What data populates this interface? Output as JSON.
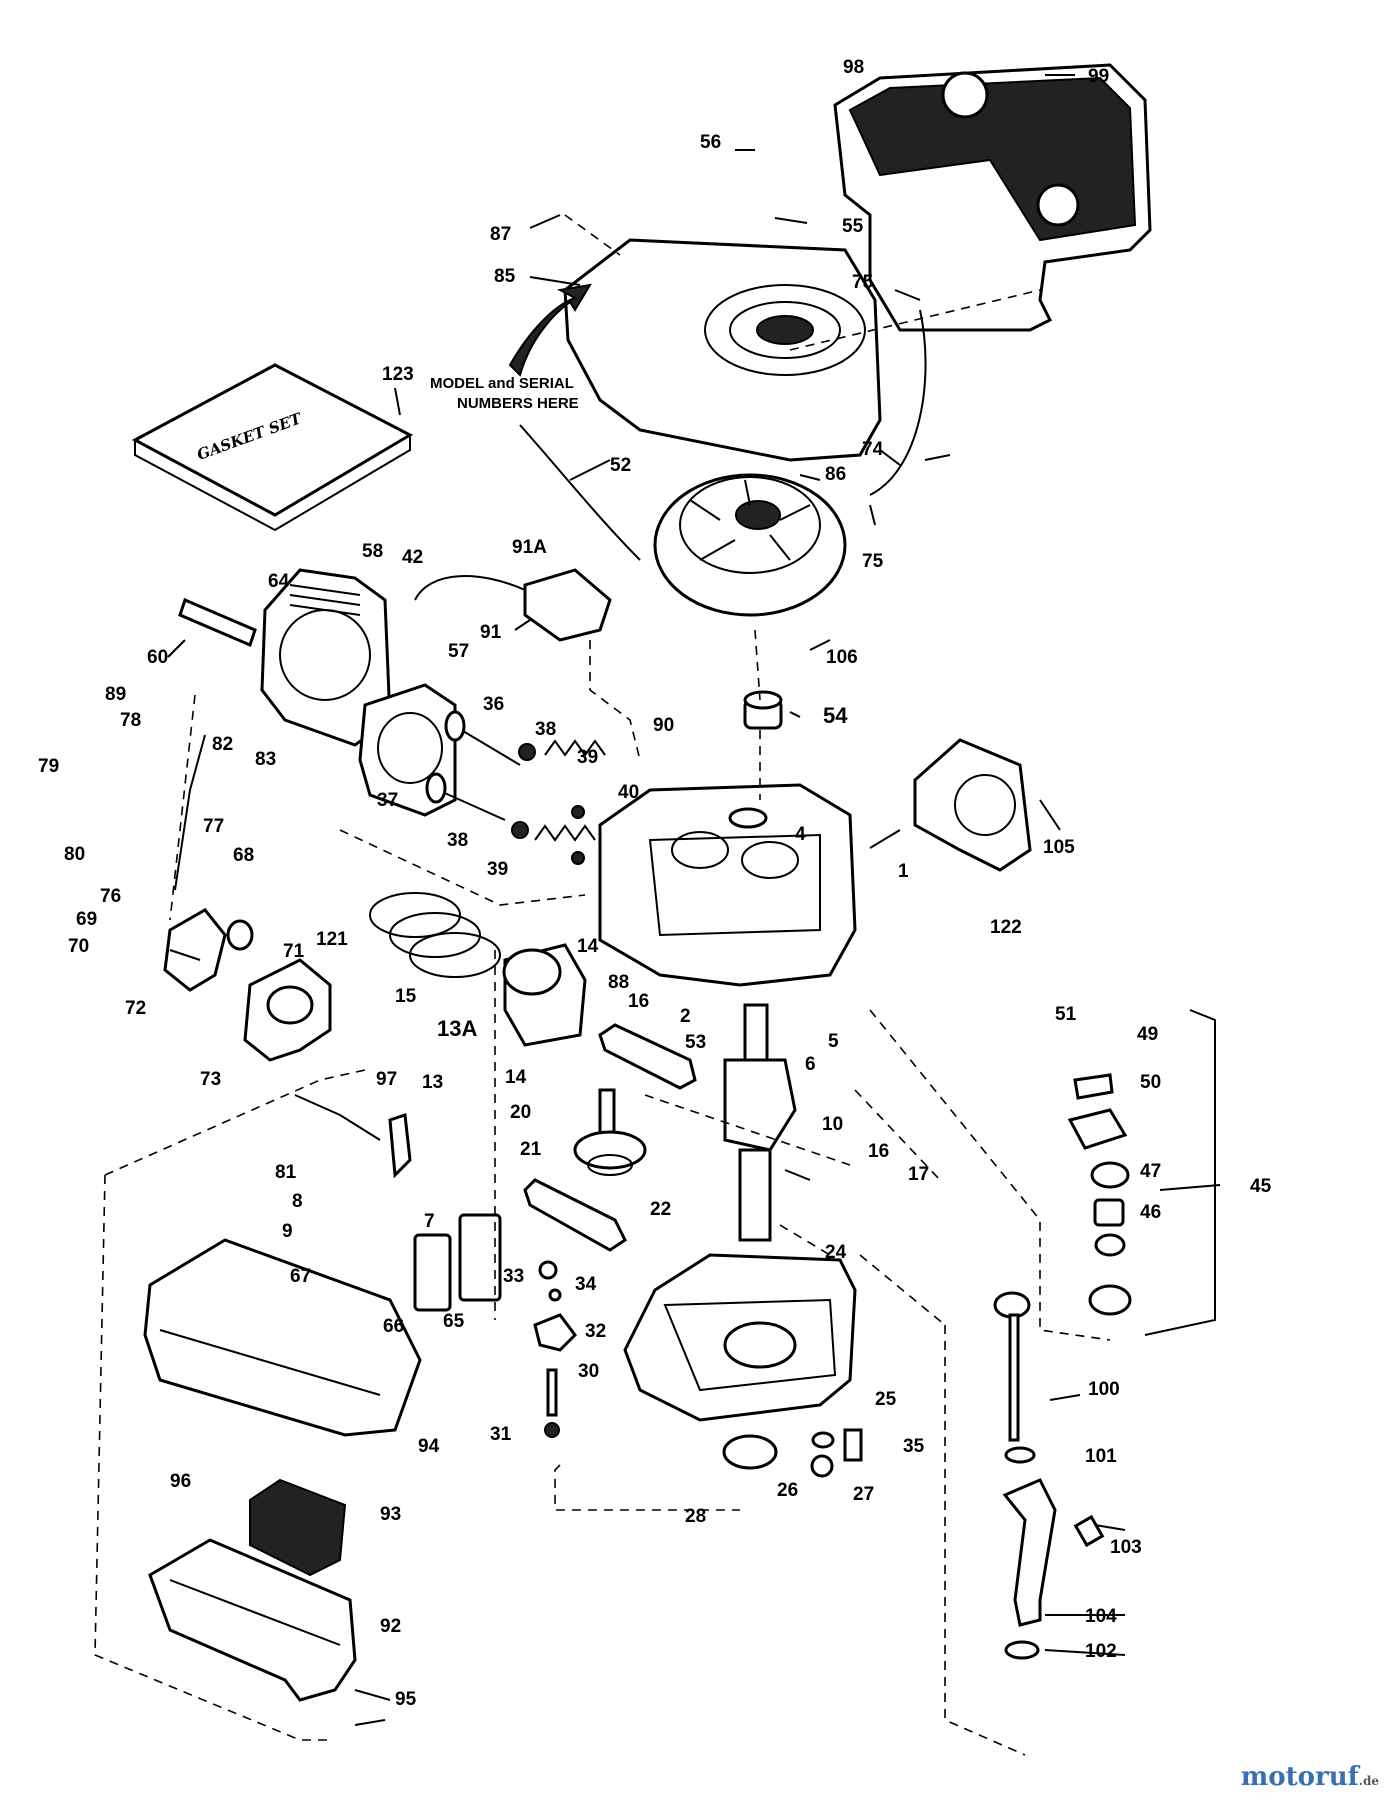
{
  "labels": [
    "98",
    "99",
    "56",
    "55",
    "87",
    "85",
    "75",
    "123",
    "52",
    "74",
    "86",
    "75",
    "58",
    "64",
    "42",
    "91A",
    "60",
    "91",
    "106",
    "57",
    "89",
    "78",
    "82",
    "83",
    "36",
    "38",
    "39",
    "40",
    "90",
    "54",
    "79",
    "77",
    "37",
    "4",
    "80",
    "38",
    "39",
    "76",
    "68",
    "1",
    "105",
    "122",
    "69",
    "121",
    "71",
    "70",
    "14",
    "72",
    "15",
    "88",
    "13A",
    "16",
    "2",
    "53",
    "5",
    "6",
    "51",
    "49",
    "73",
    "97",
    "13",
    "14",
    "50",
    "20",
    "21",
    "10",
    "16",
    "17",
    "45",
    "47",
    "46",
    "81",
    "8",
    "7",
    "22",
    "9",
    "67",
    "33",
    "34",
    "24",
    "66",
    "65",
    "32",
    "30",
    "100",
    "25",
    "94",
    "31",
    "35",
    "101",
    "96",
    "26",
    "27",
    "28",
    "93",
    "103",
    "104",
    "102",
    "92",
    "95"
  ],
  "note": {
    "model_serial_line1": "MODEL and SERIAL",
    "model_serial_line2": "NUMBERS HERE"
  },
  "gasket_set_text": "GASKET SET",
  "watermark": {
    "brand": "motoruf",
    "tld": ".de"
  }
}
